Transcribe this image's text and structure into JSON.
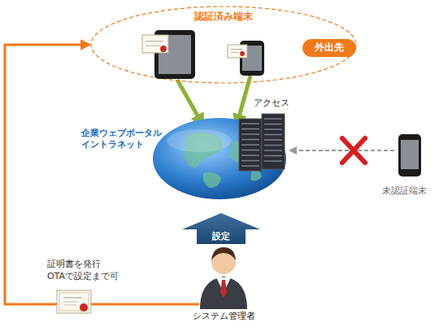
{
  "diagram": {
    "nodes": [
      {
        "text": [
          "認証済み端末"
        ]
      },
      {
        "text": [
          "外出先"
        ],
        "in": 0
      },
      {
        "text": [
          "企業ウェブポータル イントラネット"
        ]
      },
      {
        "text": [
          "アクセス"
        ]
      },
      {
        "text": [
          "未認証端末"
        ]
      },
      {
        "text": [
          "システム管理者"
        ]
      }
    ],
    "edges": [
      {
        "from": 0,
        "to": 2,
        "arrow": "to"
      },
      {
        "from": 0,
        "to": 2,
        "arrow": "to"
      },
      {
        "from": 4,
        "to": 3,
        "arrow": "to"
      },
      {
        "from": 5,
        "to": 2,
        "label": "設定",
        "arrow": "to"
      },
      {
        "from": 5,
        "to": 0,
        "label": "証明書を発行 OTAで設定まで可",
        "arrow": "to"
      }
    ]
  }
}
